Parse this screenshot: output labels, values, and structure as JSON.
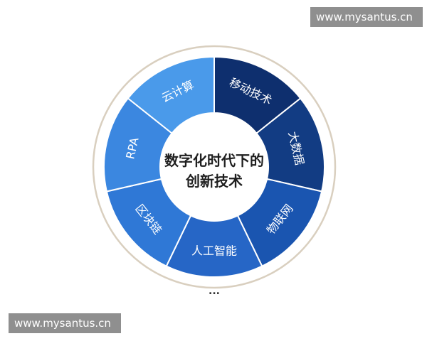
{
  "watermark": {
    "top_text": "www.mysantus.cn",
    "bottom_text": "www.mysantus.cn"
  },
  "center": {
    "line1": "数字化时代下的",
    "line2": "创新技术"
  },
  "segments": [
    {
      "label": "移动技术",
      "color": "#0e2f6e"
    },
    {
      "label": "大数据",
      "color": "#123c83"
    },
    {
      "label": "物联网",
      "color": "#1a55b0"
    },
    {
      "label": "人工智能",
      "color": "#2666c6"
    },
    {
      "label": "区块链",
      "color": "#2f78d6"
    },
    {
      "label": "RPA",
      "color": "#3b87e0"
    },
    {
      "label": "云计算",
      "color": "#4a9aea"
    }
  ],
  "footer": {
    "ellipsis": "..."
  },
  "colors": {
    "outer_ring": "#d9cfbf",
    "divider": "#ffffff",
    "center_fill": "#ffffff"
  }
}
